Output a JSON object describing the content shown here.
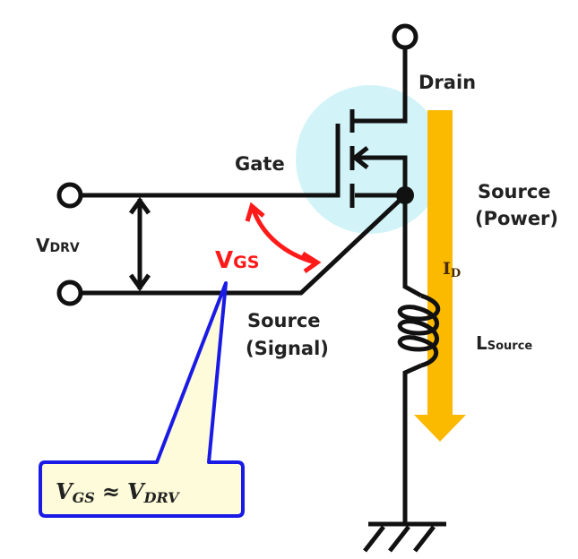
{
  "diagram": {
    "title": "MOSFET Kelvin source gate drive",
    "colors": {
      "wire": "#111111",
      "mosfet_halo": "#d2f4f8",
      "current_arrow": "#fbb900",
      "vgs_accent": "#ff1a1a",
      "callout_border": "#1a1ae6",
      "callout_fill": "#fdfbd9"
    },
    "labels": {
      "drain": "Drain",
      "gate": "Gate",
      "source_power_line1": "Source",
      "source_power_line2": "(Power)",
      "source_signal_line1": "Source",
      "source_signal_line2": "(Signal)",
      "vdrv_main": "V",
      "vdrv_sub": "DRV",
      "vgs_main": "V",
      "vgs_sub": "GS",
      "id_main": "I",
      "id_sub": "D",
      "lsource_main": "L",
      "lsource_sub": "Source"
    },
    "callout": {
      "lhs_main": "V",
      "lhs_sub": "GS",
      "relation": "≈",
      "rhs_main": "V",
      "rhs_sub": "DRV"
    }
  }
}
